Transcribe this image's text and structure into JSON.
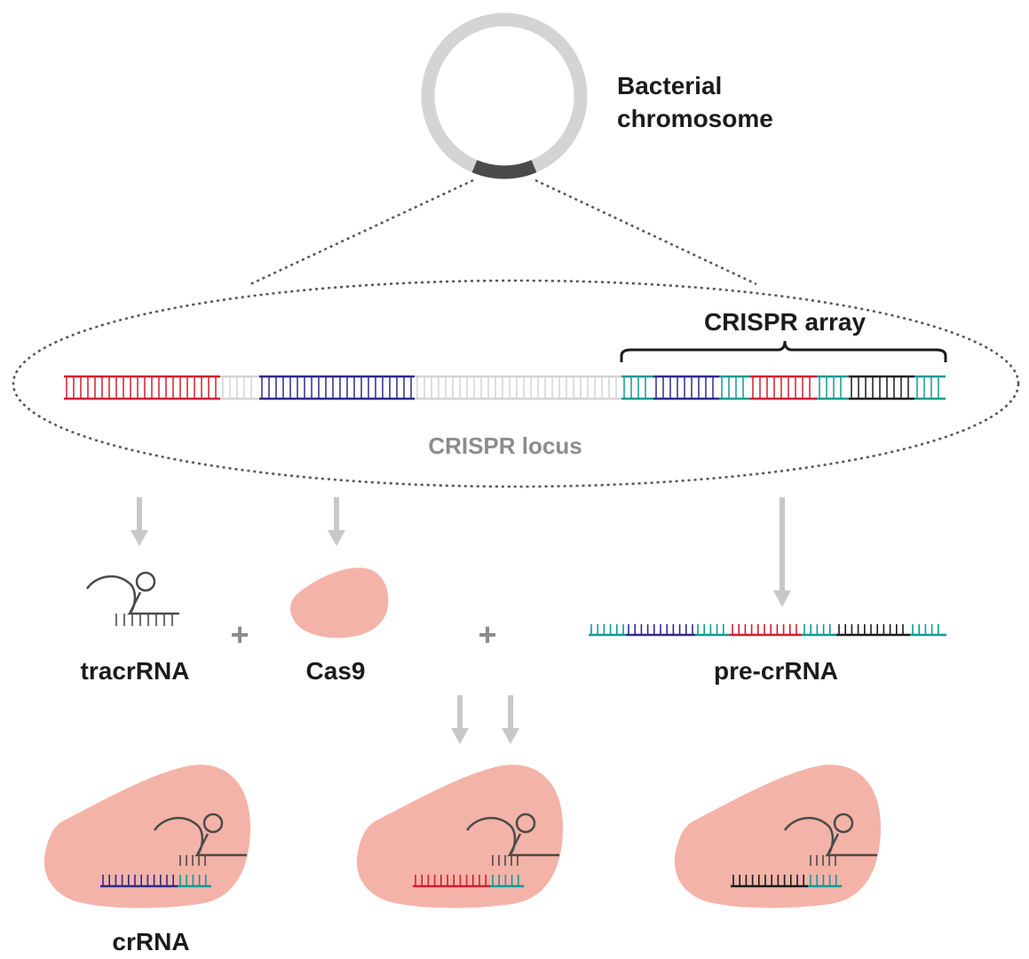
{
  "labels": {
    "chromosome_line1": "Bacterial",
    "chromosome_line2": "chromosome",
    "array": "CRISPR array",
    "locus": "CRISPR locus",
    "tracr": "tracrRNA",
    "cas9": "Cas9",
    "pre": "pre-crRNA",
    "crrna": "crRNA",
    "plus": "+"
  },
  "colors": {
    "red": "#d01f2e",
    "blue": "#2e2a8c",
    "teal": "#109a96",
    "black": "#1b1b1b",
    "gray": "#d4d4d4",
    "dark_gray": "#4a4a4a",
    "protein": "#f4b3a8",
    "arrow": "#c8c8c8",
    "locus_text": "#8c8c8c"
  },
  "locus_segments": [
    "red",
    "gray",
    "blue",
    "gray",
    "teal",
    "blue",
    "teal",
    "red",
    "teal",
    "black",
    "teal"
  ],
  "pre_crrna_segments": [
    "teal",
    "blue",
    "teal",
    "red",
    "teal",
    "black",
    "teal"
  ],
  "complex_spacers": [
    "blue",
    "red",
    "black"
  ]
}
